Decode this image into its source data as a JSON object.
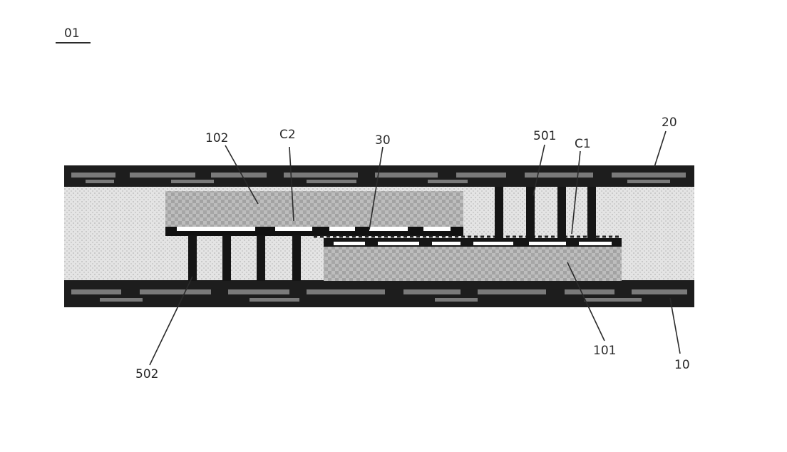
{
  "figure": {
    "id_label": "01"
  },
  "labels": {
    "chip_upper": "102",
    "contact_c2": "C2",
    "layer_30": "30",
    "via_501": "501",
    "contact_c1": "C1",
    "substrate_top": "20",
    "via_502": "502",
    "chip_lower": "101",
    "substrate_bottom": "10"
  },
  "colors": {
    "substrate": "#1d1d1d",
    "substrate_pattern": "#7a7a7a",
    "filler": "#e2e2e2",
    "chip": "#b9b9b9",
    "via": "#151515",
    "pad": "#ffffff"
  }
}
